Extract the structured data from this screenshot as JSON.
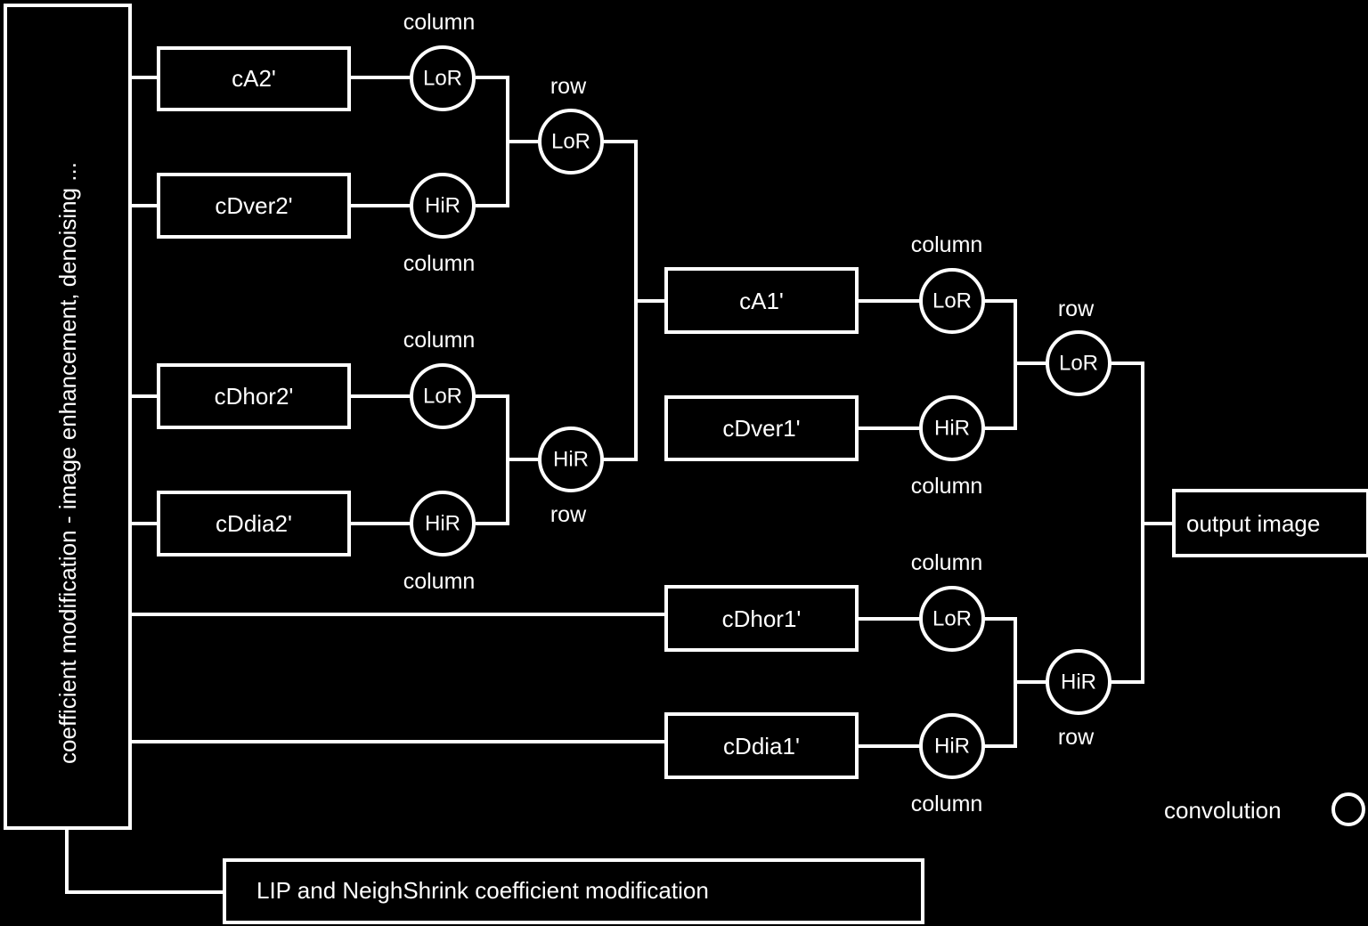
{
  "side_panel": {
    "label": "coefficient modification - image enhancement, denoising ..."
  },
  "bottom_box": {
    "label": "LIP and NeighShrink coefficient modification"
  },
  "coefficients": {
    "cA2": "cA2'",
    "cDver2": "cDver2'",
    "cDhor2": "cDhor2'",
    "cDdia2": "cDdia2'",
    "cA1": "cA1'",
    "cDver1": "cDver1'",
    "cDhor1": "cDhor1'",
    "cDdia1": "cDdia1'"
  },
  "filters": {
    "f1": "LoR",
    "f2": "HiR",
    "f3": "LoR",
    "f4": "HiR",
    "f5": "LoR",
    "f6": "HiR",
    "f7": "LoR",
    "f8": "HiR",
    "f9": "LoR",
    "f10": "HiR",
    "f11": "LoR",
    "f12": "HiR"
  },
  "labels": {
    "l1": "column",
    "l2": "column",
    "l3": "column",
    "l4": "column",
    "l5": "row",
    "l6": "row",
    "l7": "column",
    "l8": "column",
    "l9": "column",
    "l10": "column",
    "l11": "row",
    "l12": "row"
  },
  "output": {
    "label": "output image"
  },
  "legend": {
    "label": "convolution",
    "icon": "circle"
  }
}
